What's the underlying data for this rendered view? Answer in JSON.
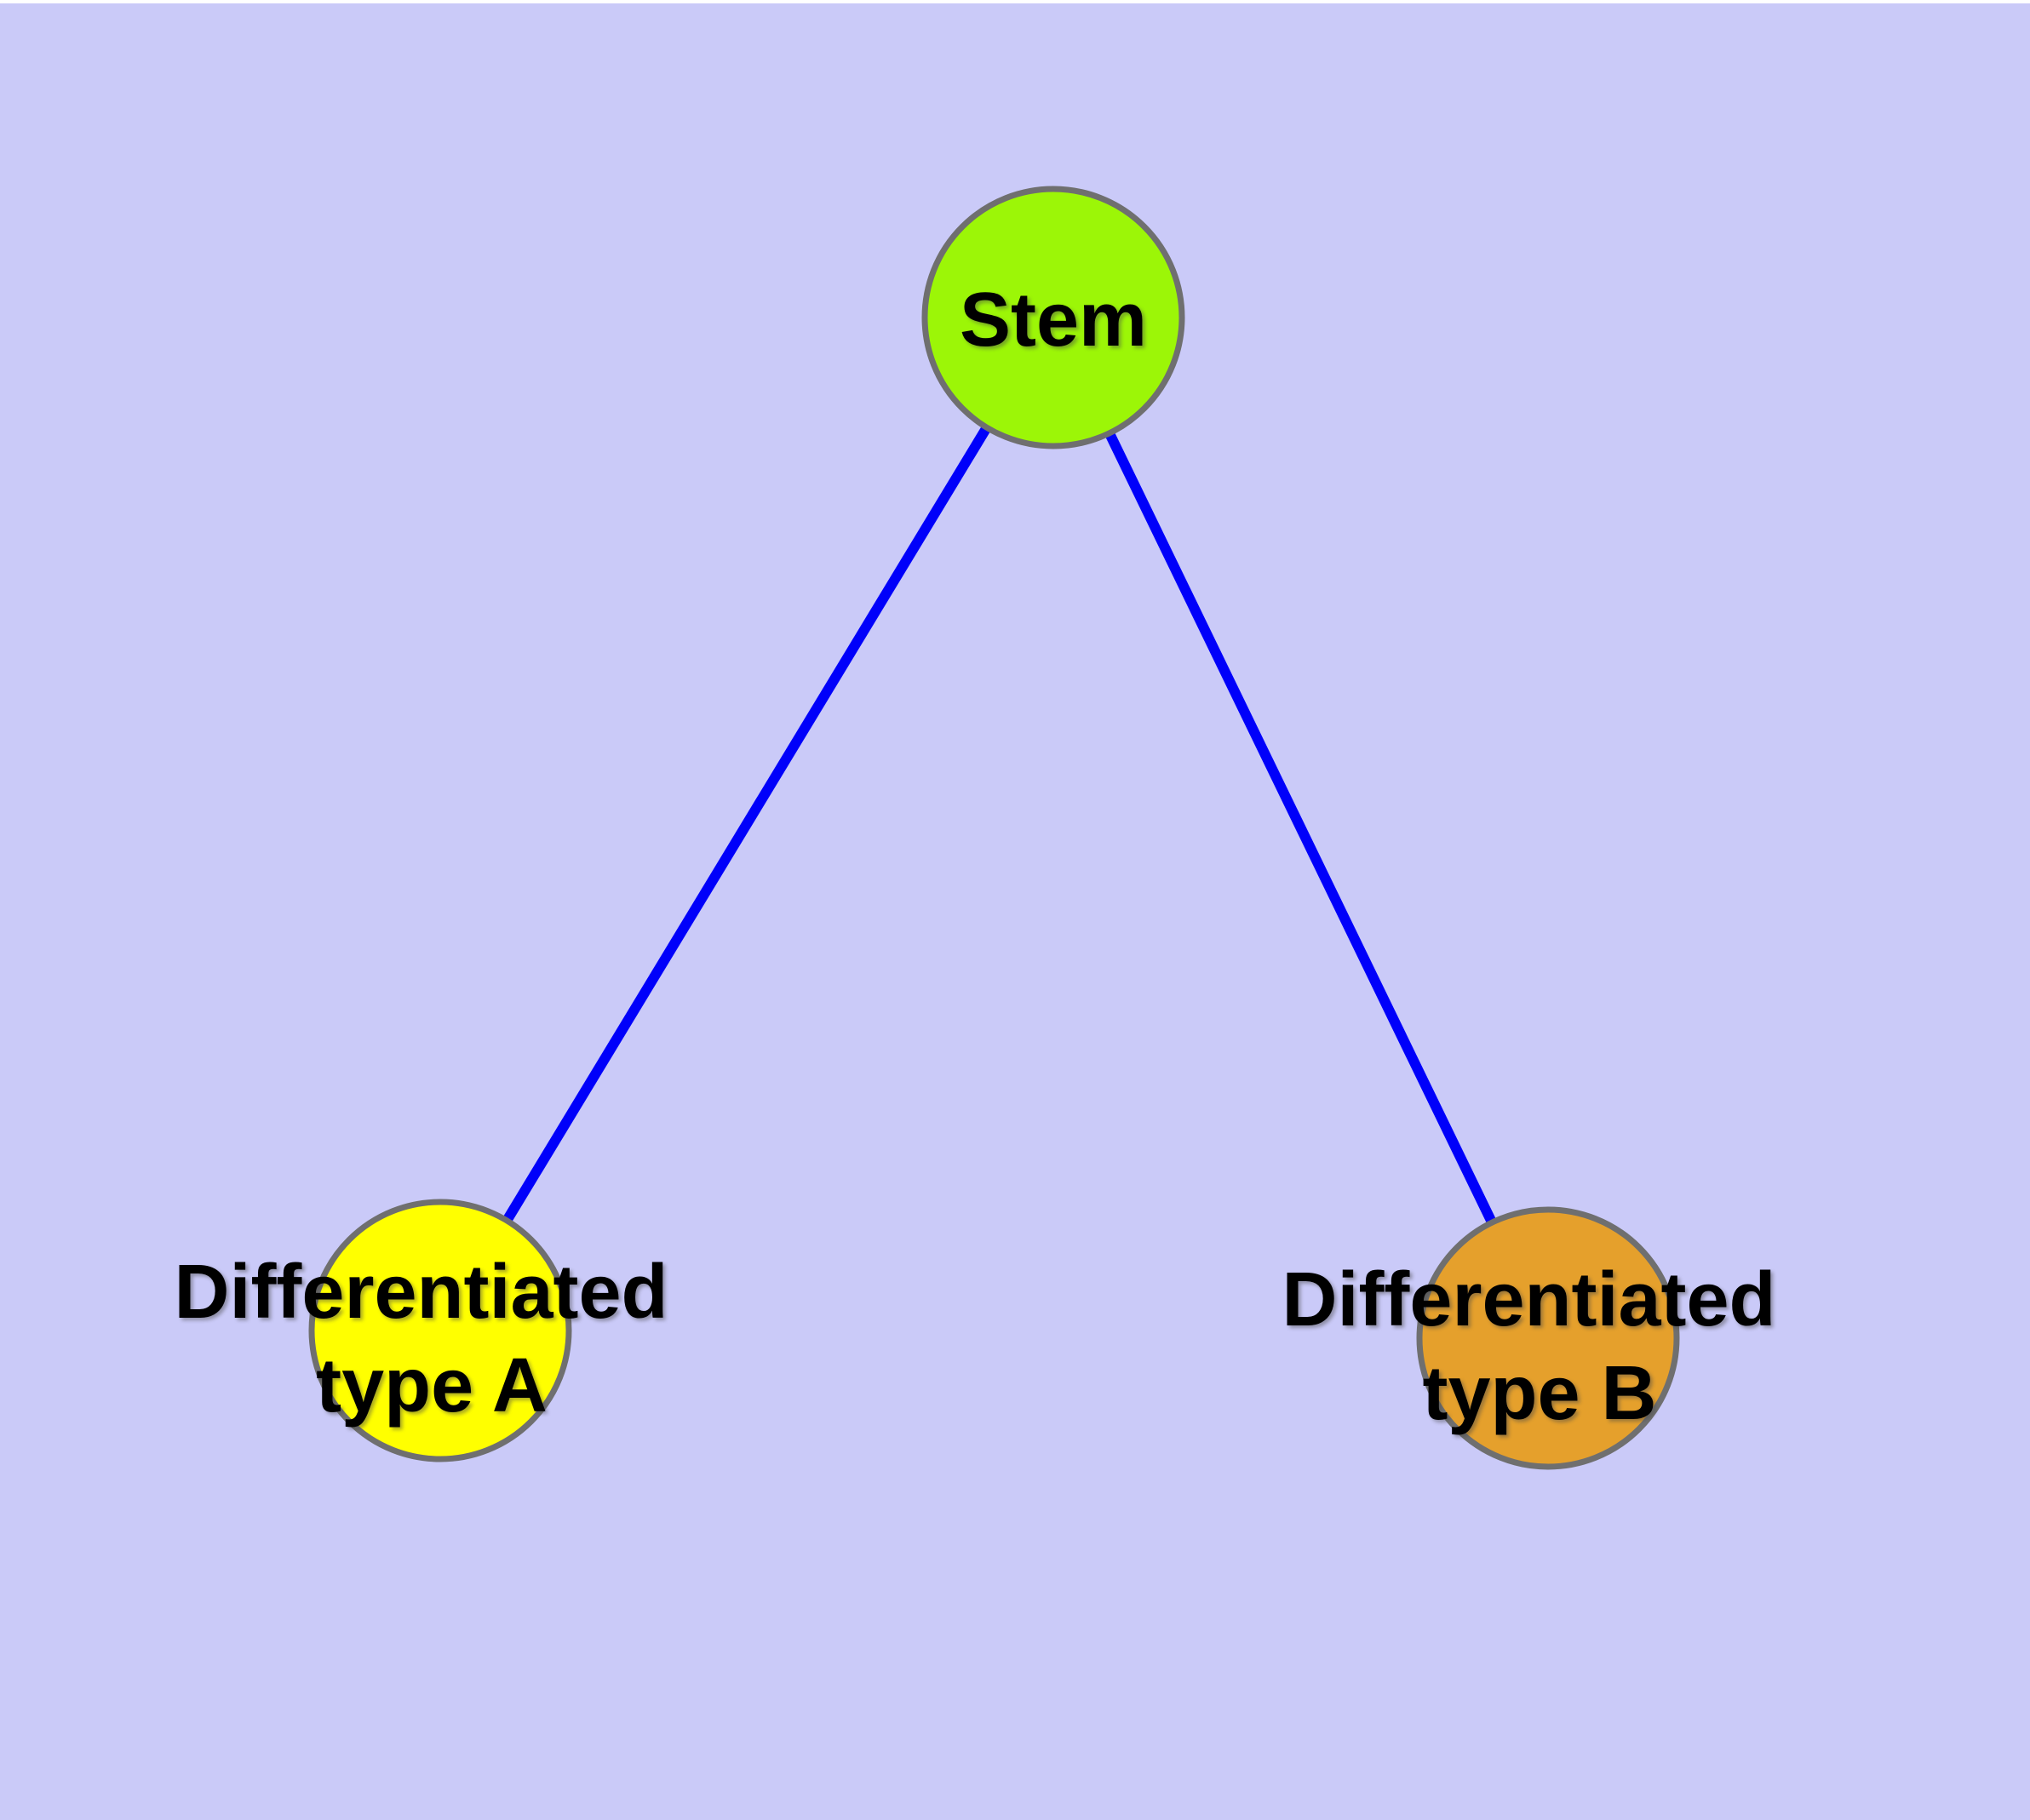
{
  "diagram": {
    "type": "graph",
    "background_color": "#CACAF8",
    "top_margin_color": "#FFFFFF",
    "edge_color": "#0000FA",
    "node_border_color": "#6F6F6F",
    "label_color": "#000000",
    "nodes": [
      {
        "id": "stem",
        "label": "Stem",
        "label_lines": [
          "Stem"
        ],
        "color": "#9CF607"
      },
      {
        "id": "differentiated-type-a",
        "label": "Differentiated type A",
        "label_lines": [
          "Differentiated",
          "type A"
        ],
        "color": "#FFFF00"
      },
      {
        "id": "differentiated-type-b",
        "label": "Differentiated type B",
        "label_lines": [
          "Differentiated",
          "type B"
        ],
        "color": "#E5A02C"
      }
    ],
    "edges": [
      {
        "from": "Stem",
        "to": "Differentiated type A"
      },
      {
        "from": "Stem",
        "to": "Differentiated type B"
      }
    ]
  }
}
